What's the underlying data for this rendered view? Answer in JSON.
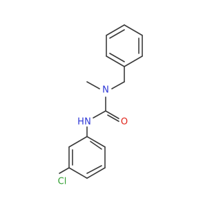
{
  "molecule": {
    "atoms": {
      "nitrogen_1": {
        "symbol": "N",
        "color": "#2b35d6"
      },
      "nitrogen_2": {
        "symbol": "N",
        "color": "#2b35d6"
      },
      "nitrogen_2_h": {
        "symbol": "H",
        "color": "#2b35d6"
      },
      "oxygen": {
        "symbol": "O",
        "color": "#e0241a"
      },
      "chlorine": {
        "symbol": "Cl",
        "color": "#2f9e2f"
      }
    },
    "bond_color": "#3a3a3a"
  }
}
